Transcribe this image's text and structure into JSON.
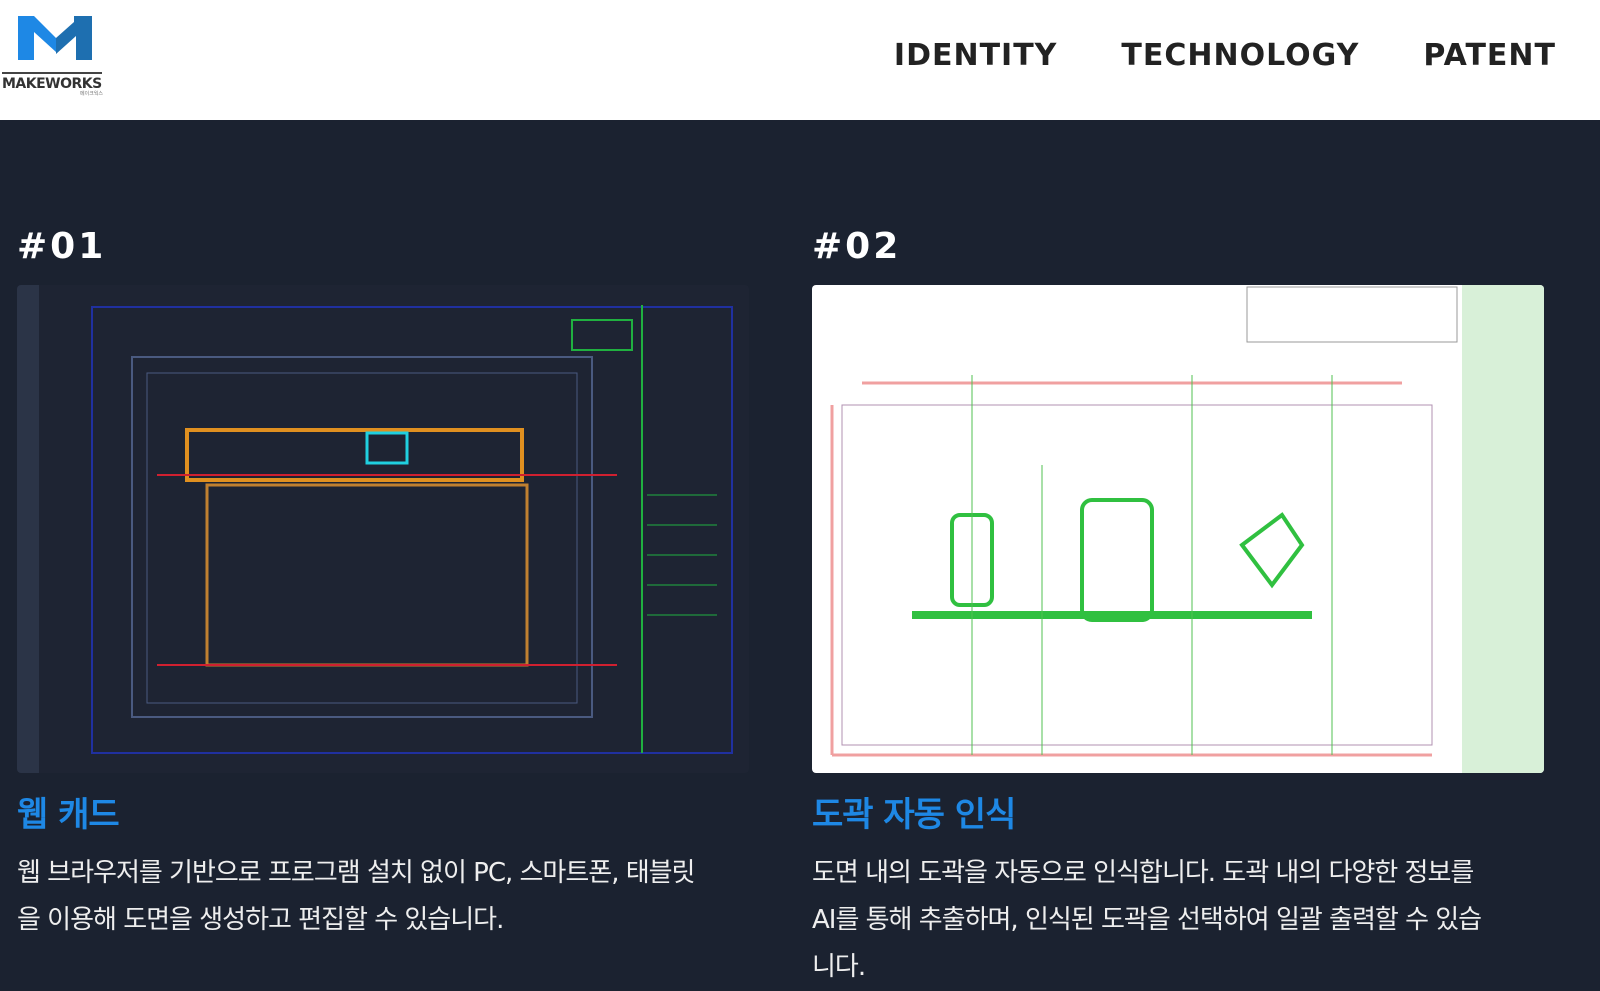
{
  "header": {
    "logo_text": "MAKEWORKS",
    "logo_sub": "메이크웍스",
    "nav": [
      "IDENTITY",
      "TECHNOLOGY",
      "PATENT"
    ]
  },
  "colors": {
    "background": "#1b2230",
    "accent": "#1e88e5"
  },
  "cards": [
    {
      "number": "#01",
      "title": "웹 캐드",
      "description": "웹 브라우저를 기반으로 프로그램 설치 없이 PC, 스마트폰, 태블릿을 이용해 도면을 생성하고 편집할 수 있습니다."
    },
    {
      "number": "#02",
      "title": "도곽 자동 인식",
      "description": "도면 내의 도곽을 자동으로 인식합니다. 도곽 내의 다양한 정보를 AI를 통해 추출하며, 인식된 도곽을 선택하여 일괄 출력할 수 있습니다."
    }
  ]
}
